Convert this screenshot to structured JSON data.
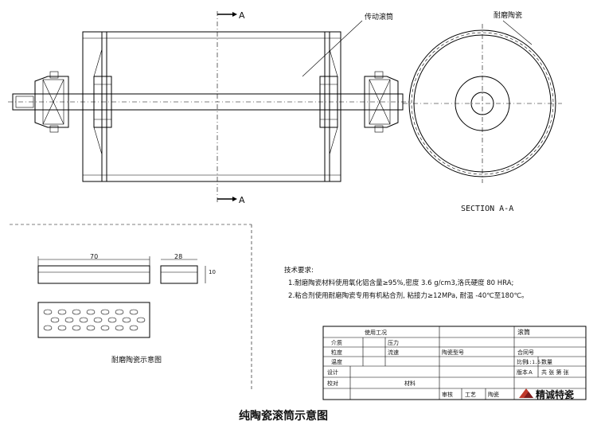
{
  "labels": {
    "section_mark": "A",
    "drive_drum": "传动滚筒",
    "wear_ceramic": "耐磨陶瓷",
    "section_title": "SECTION A-A",
    "tile_width": "70",
    "tile_width_small": "28",
    "tile_thickness": "10",
    "tile_caption": "耐磨陶瓷示意图",
    "main_title": "纯陶瓷滚筒示意图"
  },
  "tech": {
    "heading": "技术要求:",
    "line1": "1.耐磨陶瓷材料使用氧化铝含量≥95%,密度 3.6 g/cm3,洛氏硬度 80 HRA;",
    "line2": "2.粘合剂使用耐磨陶瓷专用有机粘合剂, 粘接力≥12MPa, 耐温 -40℃至180℃。"
  },
  "title_block": {
    "use_conditions": "使用工况",
    "throughput": "介质",
    "pressure": "压力",
    "temperature": "温度",
    "velocity": "流速",
    "granularity": "粒度",
    "ceramic_model": "陶瓷型号",
    "contract_no": "合同号",
    "drum": "滚筒",
    "design": "设计",
    "check": "校对",
    "ratio": "比例",
    "scale": "1:1.5",
    "quantity": "数量",
    "version": "版本",
    "version_val": "A",
    "sheets": "共 张 第 张",
    "material": "材料",
    "craft": "工艺",
    "approve": "审核",
    "ceramic": "陶瓷",
    "brand": "精诚特瓷"
  }
}
